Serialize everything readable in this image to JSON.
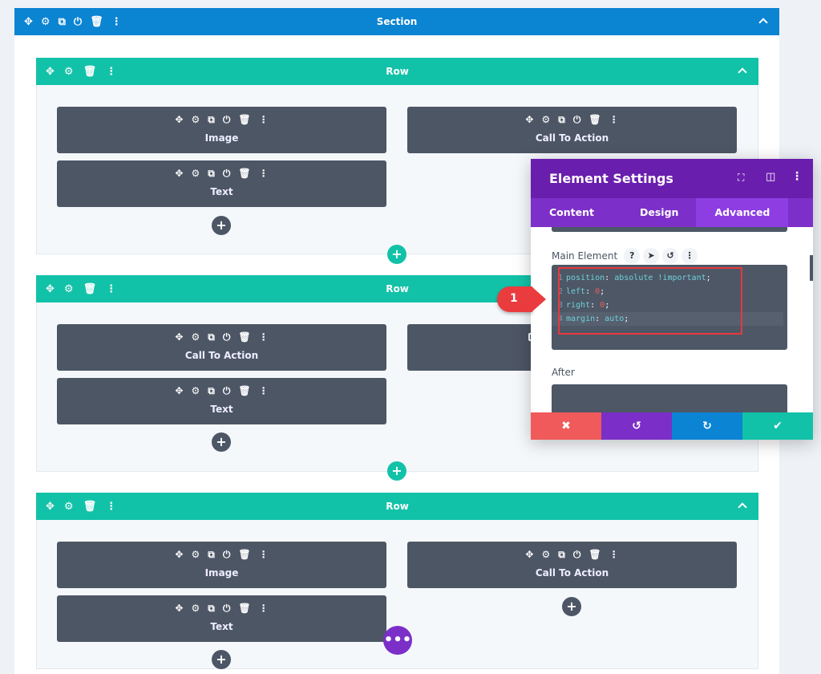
{
  "colors": {
    "section": "#0b84d2",
    "row": "#12c2a8",
    "module": "#4d5665",
    "panel_header": "#6a1eae",
    "tabs": "#7d2fc9",
    "cancel": "#f05a5a",
    "undo": "#7b2fc8",
    "redo": "#0b84d4",
    "save": "#12c2a8"
  },
  "section": {
    "title": "Section",
    "icons": [
      "move-icon",
      "gear-icon",
      "duplicate-icon",
      "power-icon",
      "trash-icon",
      "more-icon"
    ]
  },
  "rows": [
    {
      "title": "Row",
      "modules": [
        {
          "label": "Image"
        },
        {
          "label": "Call To Action"
        },
        {
          "label": "Text"
        }
      ]
    },
    {
      "title": "Row",
      "modules": [
        {
          "label": "Call To Action"
        },
        {
          "label": ""
        },
        {
          "label": "Text"
        }
      ]
    },
    {
      "title": "Row",
      "modules": [
        {
          "label": "Image"
        },
        {
          "label": "Call To Action"
        },
        {
          "label": "Text"
        }
      ]
    }
  ],
  "panel": {
    "title": "Element Settings",
    "tabs": [
      "Content",
      "Design",
      "Advanced"
    ],
    "active_tab": "Advanced",
    "main_element_label": "Main Element",
    "after_label": "After",
    "code": [
      {
        "n": "1",
        "prop": "position",
        "value": "absolute !important"
      },
      {
        "n": "2",
        "prop": "left",
        "value": "0"
      },
      {
        "n": "3",
        "prop": "right",
        "value": "0"
      },
      {
        "n": "4",
        "prop": "margin",
        "value": "auto"
      }
    ],
    "footer": {
      "cancel": "✖",
      "undo": "↺",
      "redo": "↻",
      "save": "✔"
    }
  },
  "annotation": {
    "marker": "1"
  }
}
